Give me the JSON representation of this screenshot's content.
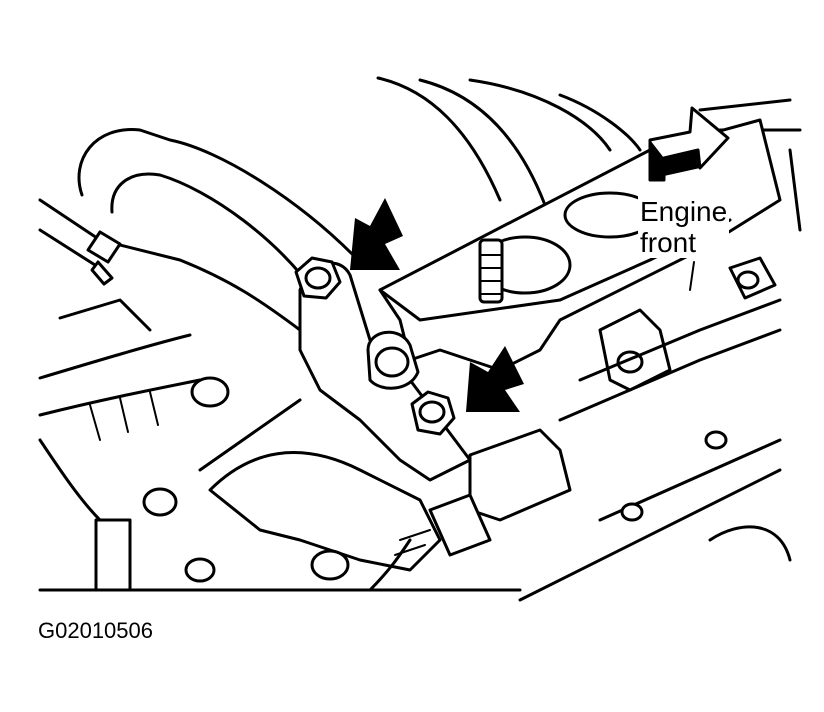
{
  "diagram": {
    "annotation_line1": "Engine",
    "annotation_line2": "front",
    "figure_code": "G02010506",
    "arrows": [
      "bolt-pointer-arrow-upper",
      "bolt-pointer-arrow-lower",
      "engine-front-direction-arrow"
    ]
  }
}
